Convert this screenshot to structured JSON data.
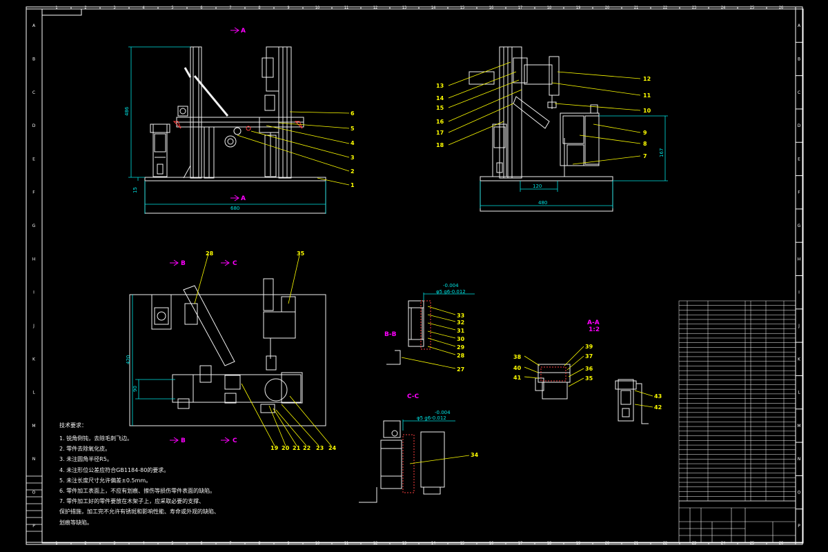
{
  "drawing": {
    "frame_top_numbers": [
      "1",
      "2",
      "3",
      "4",
      "5",
      "6",
      "7",
      "8",
      "9",
      "10",
      "11",
      "12",
      "13",
      "14",
      "15",
      "16",
      "17",
      "18",
      "19",
      "20",
      "21",
      "22",
      "23",
      "24",
      "25",
      "26"
    ],
    "frame_bottom_numbers": [
      "1",
      "2",
      "3",
      "4",
      "5",
      "6",
      "7",
      "8",
      "9",
      "10",
      "11",
      "12",
      "13",
      "14",
      "15",
      "16",
      "17",
      "18",
      "19",
      "20",
      "21",
      "22",
      "23",
      "24",
      "25",
      "26"
    ],
    "frame_side_letters": [
      "A",
      "B",
      "C",
      "D",
      "E",
      "F",
      "G",
      "H",
      "I",
      "J",
      "K",
      "L",
      "M",
      "N",
      "O",
      "P"
    ],
    "section_labels": {
      "a_top": "A",
      "a_bottom": "A",
      "b_top": "B",
      "c_top": "C",
      "b_bottom": "B",
      "c_bottom": "C",
      "b_b": "B-B",
      "c_c": "C-C",
      "a_a": "A-A",
      "a_a_scale": "1:2"
    },
    "dimensions": {
      "front_height": "486",
      "front_base": "15",
      "front_width": "680",
      "side_height": "167",
      "side_offset": "120",
      "side_width": "480",
      "plan_depth": "420",
      "plan_small": "90",
      "fit_bb_upper": "-0.004",
      "fit_bb_lower": "φ5 g6-0.012",
      "fit_cc_upper": "-0.004",
      "fit_cc_lower": "φ5 g6-0.012"
    },
    "balloons": {
      "front": [
        "6",
        "5",
        "4",
        "3",
        "2",
        "1"
      ],
      "side_left": [
        "13",
        "14",
        "15",
        "16",
        "17",
        "18"
      ],
      "side_right": [
        "12",
        "11",
        "10",
        "9",
        "8",
        "7"
      ],
      "plan_top": [
        "28",
        "35"
      ],
      "plan_bottom": [
        "19",
        "20",
        "21",
        "22",
        "23",
        "24"
      ],
      "bb": [
        "33",
        "32",
        "31",
        "30",
        "29",
        "28",
        "27"
      ],
      "cc": [
        "34"
      ],
      "aa_left": [
        "38",
        "40",
        "41"
      ],
      "aa_right": [
        "39",
        "37",
        "36",
        "35"
      ],
      "filter": [
        "43",
        "42"
      ]
    }
  },
  "notes": {
    "title": "技术要求：",
    "lines": [
      "1. 锐角倒钝，去除毛刺飞边。",
      "2. 零件去除氧化皮。",
      "3. 未注圆角半径R5。",
      "4. 未注形位公差应符合GB1184-80的要求。",
      "5. 未注长度尺寸允许偏差±0.5mm。",
      "6. 零件加工表面上，不应有划痕、擦伤等损伤零件表面的缺陷。",
      "7. 零件加工好的零件要放在木架子上，应采取必要的支撑、",
      "   保护措施，加工完不允许有锈斑和影响性能、寿命或外观的缺陷、",
      "   划痕等缺陷。"
    ]
  },
  "colors": {
    "background": "#000000",
    "frame": "#ffffff",
    "geometry": "#f2f2f2",
    "dimension": "#00e5e5",
    "leader": "#ffff00",
    "section_marker": "#ff00ff"
  }
}
